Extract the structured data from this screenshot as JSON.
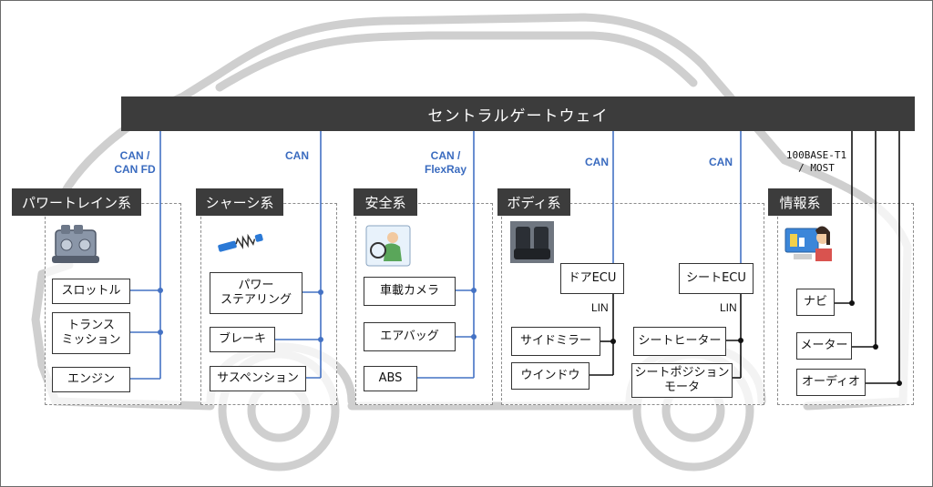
{
  "gateway": "セントラルゲートウェイ",
  "groups": {
    "powertrain": {
      "title": "パワートレイン系",
      "bus": "CAN /\nCAN FD",
      "items": [
        "スロットル",
        "トランス\nミッション",
        "エンジン"
      ]
    },
    "chassis": {
      "title": "シャーシ系",
      "bus": "CAN",
      "items": [
        "パワー\nステアリング",
        "ブレーキ",
        "サスペンション"
      ]
    },
    "safety": {
      "title": "安全系",
      "bus": "CAN /\nFlexRay",
      "items": [
        "車載カメラ",
        "エアバッグ",
        "ABS"
      ]
    },
    "body": {
      "title": "ボディ系",
      "bus_left": "CAN",
      "bus_right": "CAN",
      "ecu_left": "ドアECU",
      "ecu_right": "シートECU",
      "lin_left": "LIN",
      "lin_right": "LIN",
      "items_left": [
        "サイドミラー",
        "ウインドウ"
      ],
      "items_right": [
        "シートヒーター",
        "シートポジション\nモータ"
      ]
    },
    "info": {
      "title": "情報系",
      "bus": "100BASE-T1\n/ MOST",
      "items": [
        "ナビ",
        "メーター",
        "オーディオ"
      ]
    }
  },
  "colors": {
    "can_line": "#4472c4",
    "dark_fill": "#3c3c3c",
    "car_outline": "#cfcfcf"
  },
  "icons": [
    "engine-icon",
    "shock-absorber-icon",
    "driver-icon",
    "car-seat-icon",
    "car-navigation-icon"
  ]
}
